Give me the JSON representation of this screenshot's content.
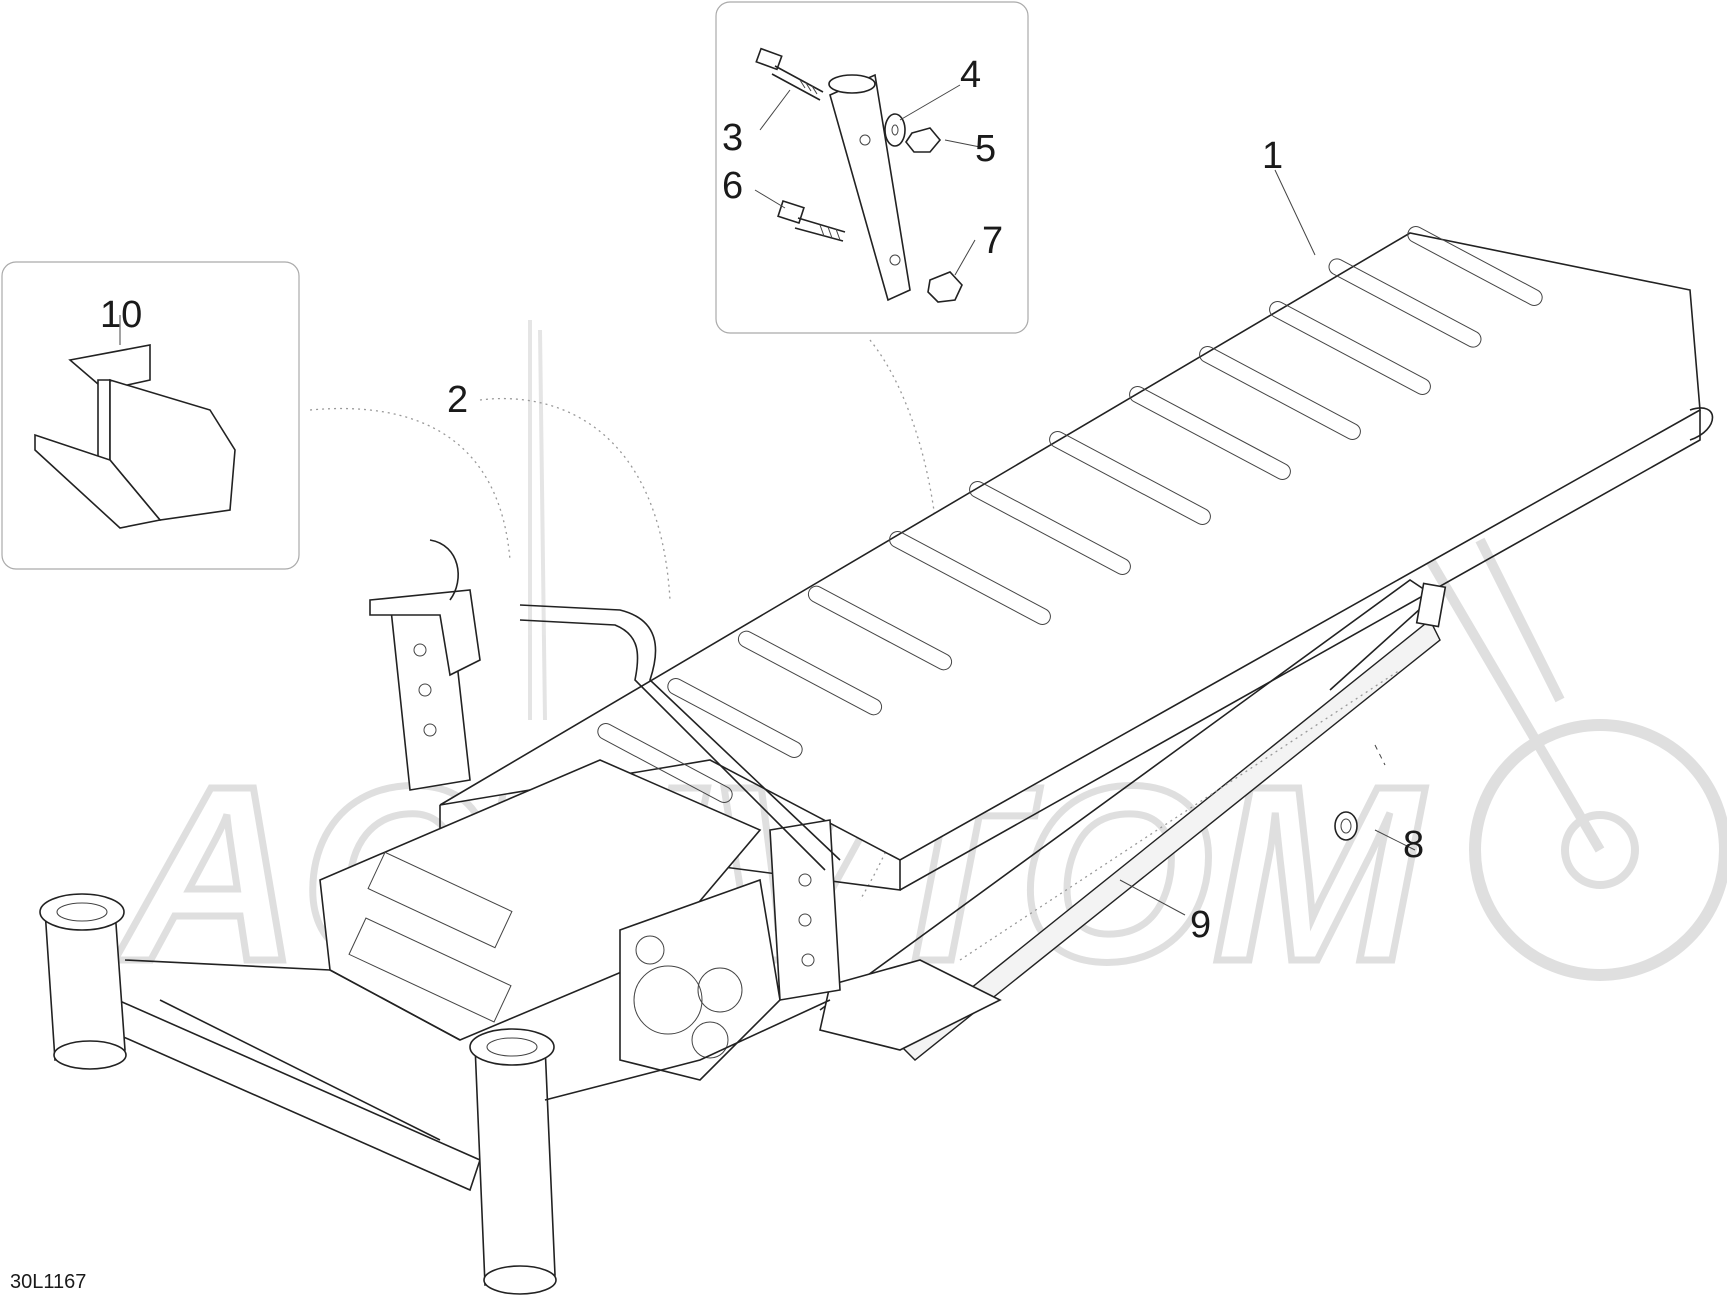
{
  "diagram": {
    "drawing_code": "30L1167",
    "watermark_text": "ACTIVTOM",
    "callouts": {
      "c1": "1",
      "c2": "2",
      "c3": "3",
      "c4": "4",
      "c5": "5",
      "c6": "6",
      "c7": "7",
      "c8": "8",
      "c9": "9",
      "c10": "10"
    }
  }
}
